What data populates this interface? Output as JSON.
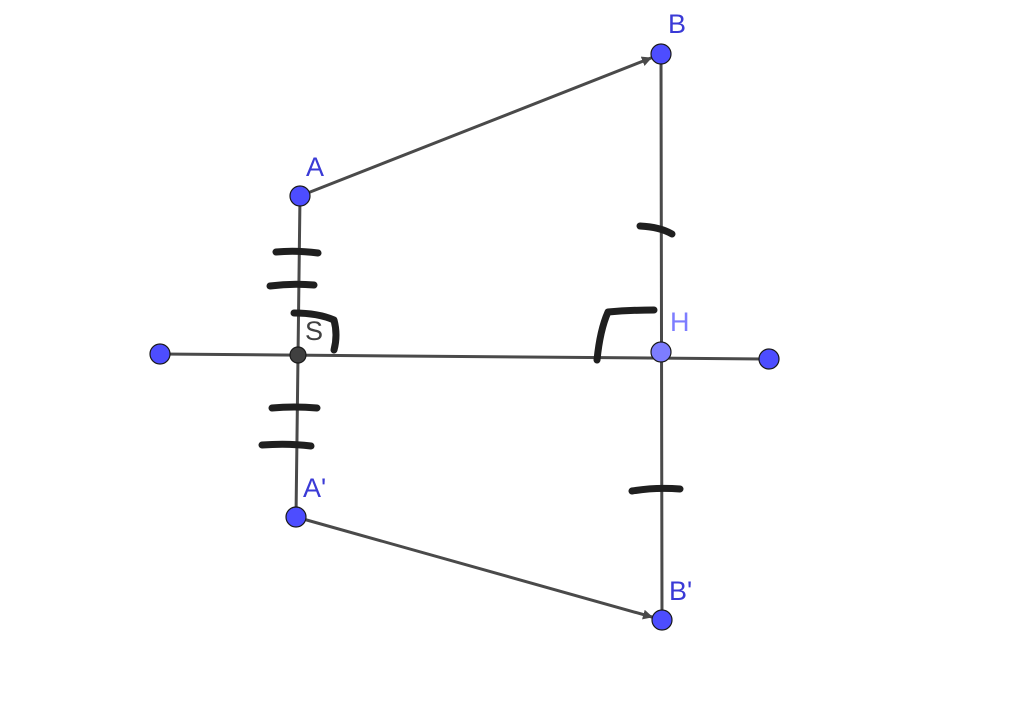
{
  "colors": {
    "point": "#4d4dff",
    "point_light": "#7d7dff",
    "point_dark": "#404040",
    "label": "#3a3ad6",
    "label_light": "#7d7dff",
    "label_dark": "#404040",
    "segment": "#4a4a4a",
    "marks": "#1f1f1f"
  },
  "labels": {
    "A": "A",
    "B": "B",
    "S": "S",
    "H": "H",
    "A_prime": "A'",
    "B_prime": "B'"
  }
}
